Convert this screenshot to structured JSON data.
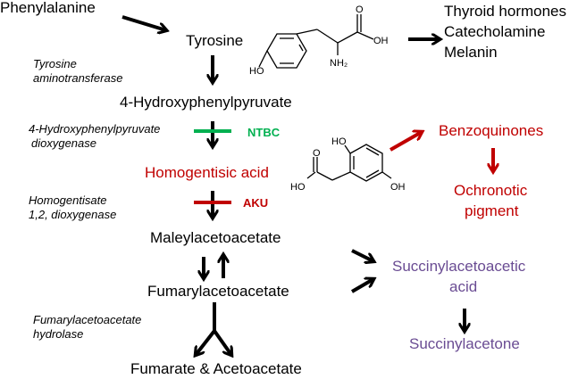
{
  "pathway": {
    "main_metabolites": {
      "phenylalanine": "Phenylalanine",
      "tyrosine": "Tyrosine",
      "hppa": "4-Hydroxyphenylpyruvate",
      "homogentisic_acid": "Homogentisic acid",
      "maleylacetoacetate": "Maleylacetoacetate",
      "fumarylacetoacetate": "Fumarylacetoacetate",
      "end_products": "Fumarate & Acetoacetate"
    },
    "tyrosine_products": [
      "Thyroid hormones",
      "Catecholamine",
      "Melanin"
    ],
    "enzymes": {
      "tat_line1": "Tyrosine",
      "tat_line2": "aminotransferase",
      "hppd_line1": "4-Hydroxyphenylpyruvate",
      "hppd_line2": "dioxygenase",
      "hgd_line1": "Homogentisate",
      "hgd_line2": "1,2, dioxygenase",
      "fah_line1": "Fumarylacetoacetate",
      "fah_line2": "hydrolase"
    },
    "inhibitors": {
      "ntbc": "NTBC",
      "aku": "AKU"
    },
    "side_branch_red": {
      "benzoquinones": "Benzoquinones",
      "ochronotic_line1": "Ochronotic",
      "ochronotic_line2": "pigment"
    },
    "side_branch_purple": {
      "saa_line1": "Succinylacetoacetic",
      "saa_line2": "acid",
      "succinylacetone": "Succinylacetone"
    },
    "structure_labels": {
      "tyrosine_ho": "HO",
      "tyrosine_oh": "OH",
      "tyrosine_o": "O",
      "tyrosine_nh2": "NH₂",
      "hga_ho_top": "HO",
      "hga_oh_right": "OH",
      "hga_ho_acid": "HO",
      "hga_o": "O"
    }
  },
  "colors": {
    "black": "#000000",
    "red": "#c00000",
    "green": "#00b050",
    "purple": "#6a4c93"
  }
}
